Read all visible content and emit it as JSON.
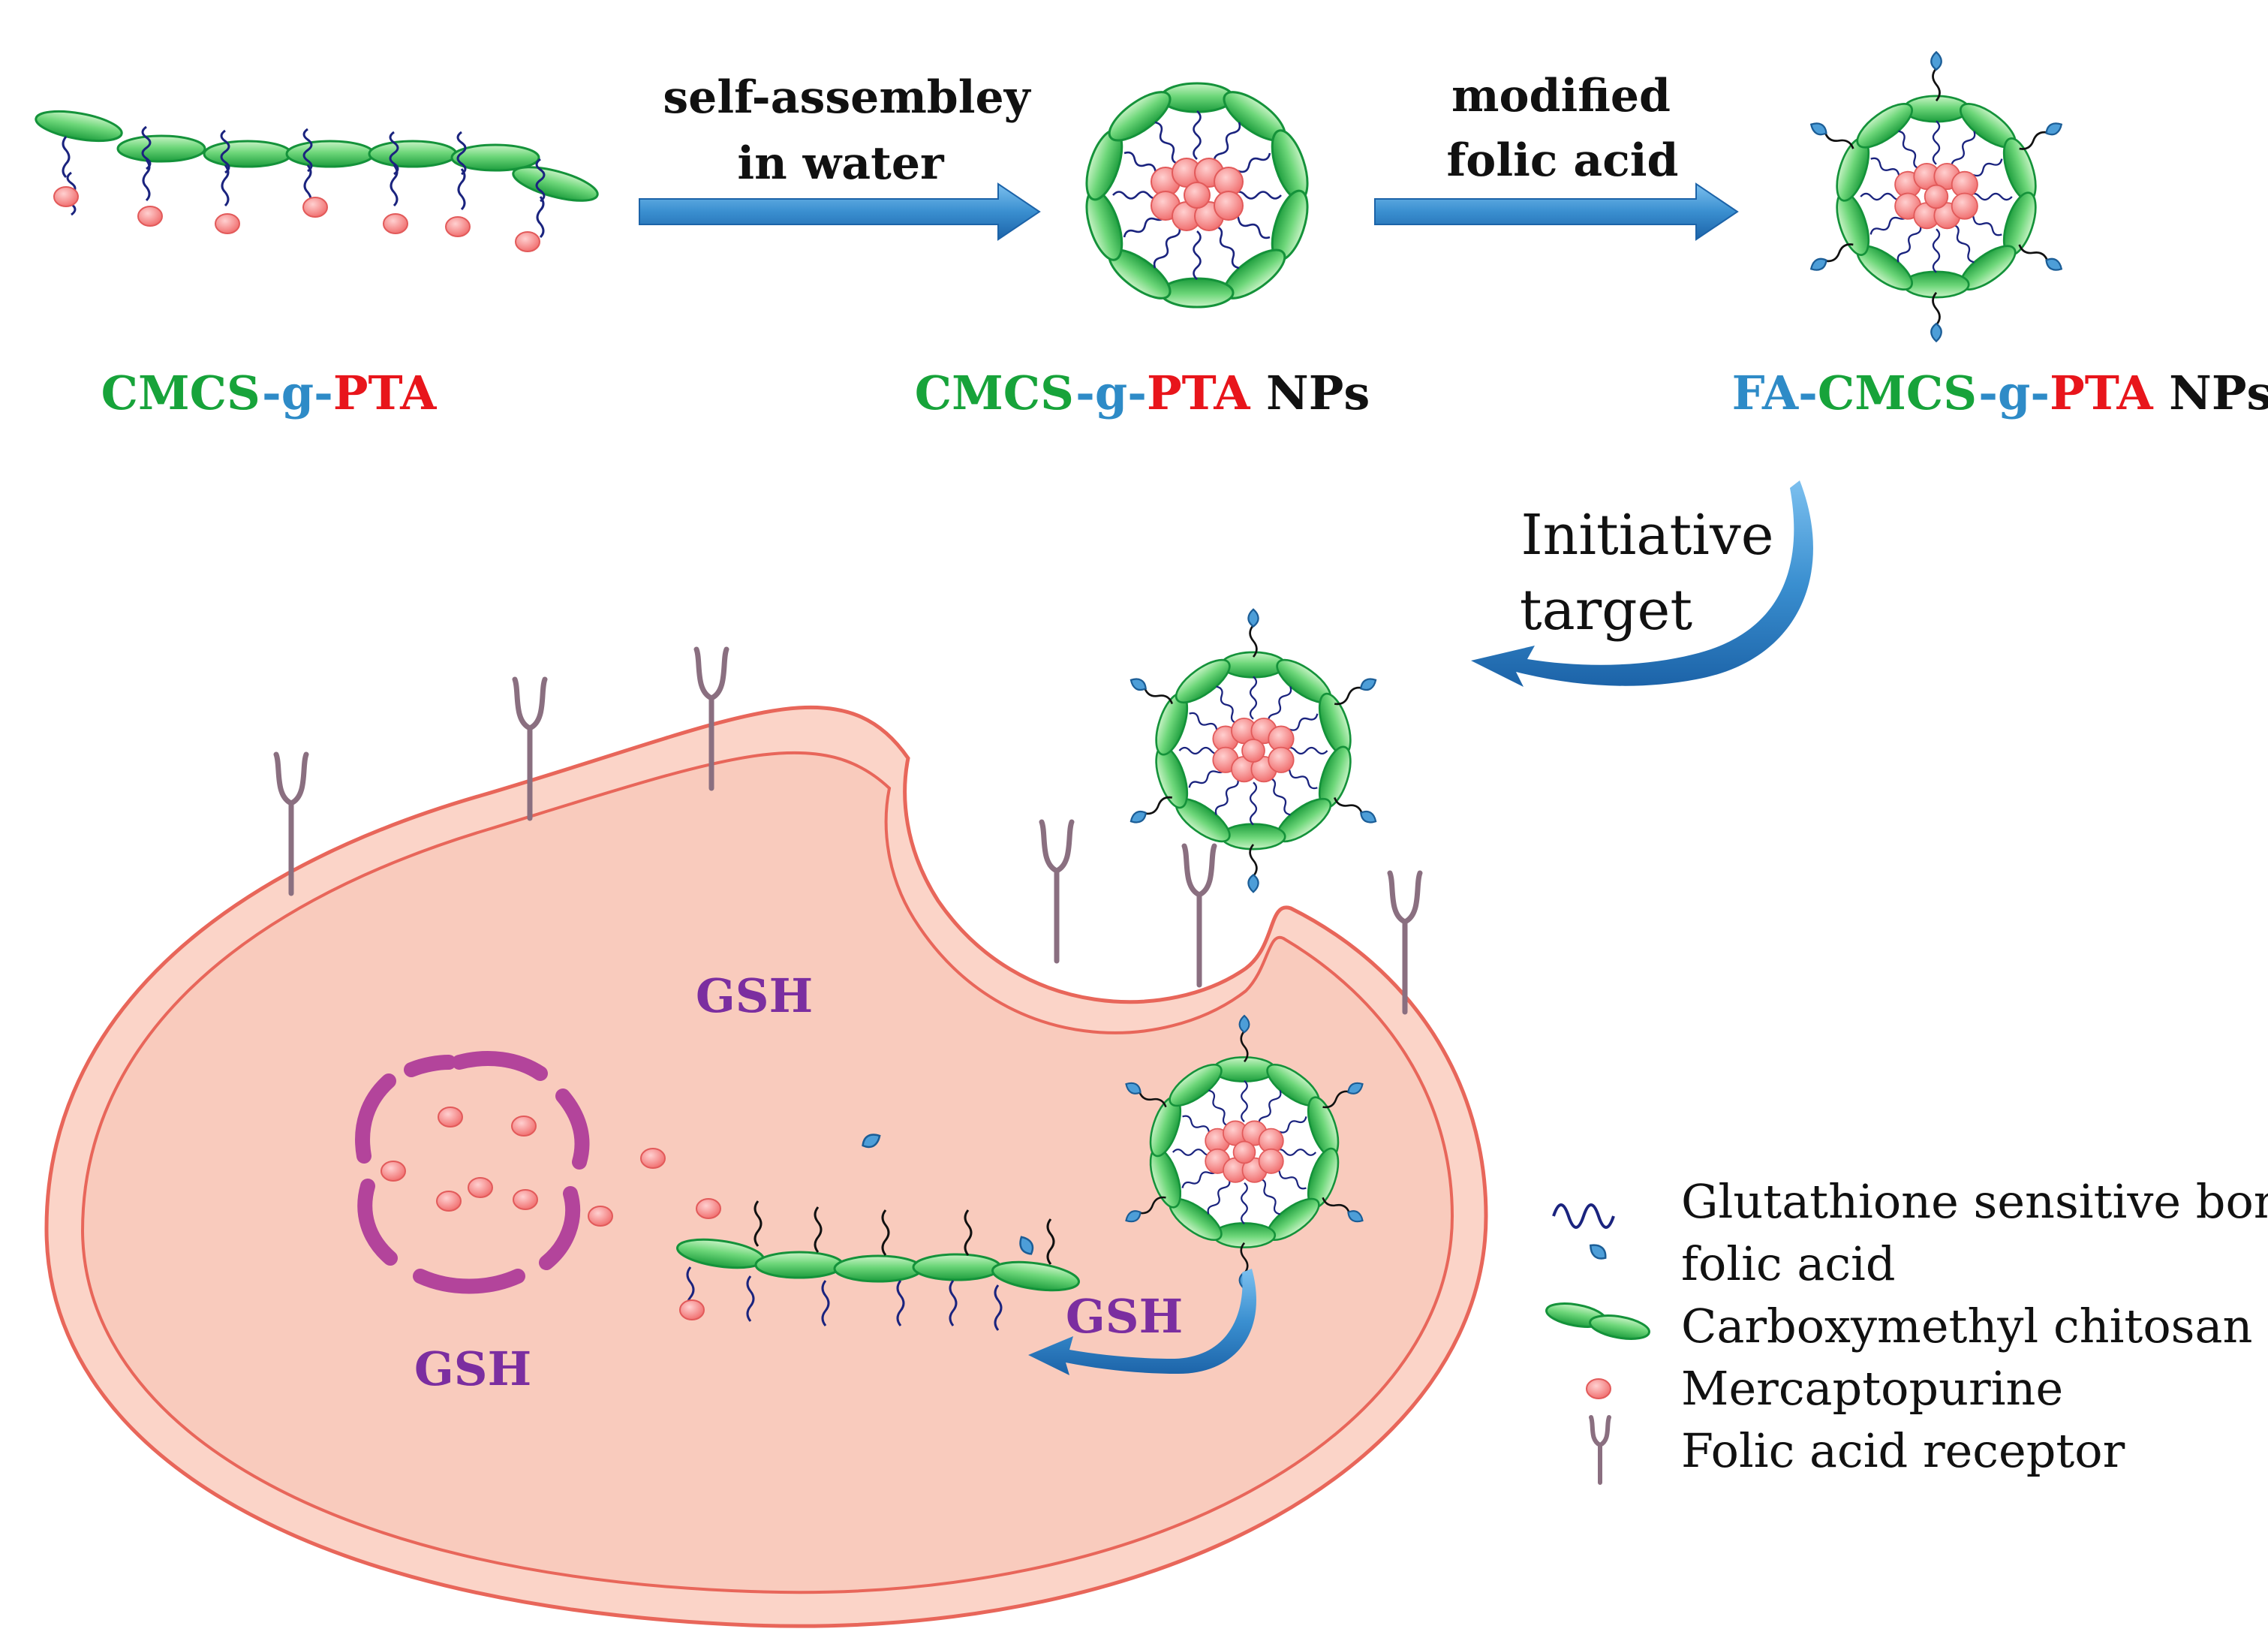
{
  "colors": {
    "chitosan_green": "#22b24c",
    "chitosan_light": "#9ee0a0",
    "mercaptopurine_pink": "#f47c7c",
    "bond_blue": "#1a237e",
    "folic_blue": "#2f86c8",
    "cell_fill": "#fbd4c8",
    "cell_edge": "#e8665a",
    "receptor": "#8a6f80",
    "arrow_blue": "#3a8fd0",
    "label_green": "#17a33a",
    "label_red": "#e8151b",
    "label_blue": "#2e8bc7",
    "gsh_purple": "#7b2ea0",
    "vesicle_magenta": "#b3449b"
  },
  "steps": {
    "self_assembly_line1": "self-assembley",
    "self_assembly_line2": "in water",
    "modified_line1": "modified",
    "modified_line2": "folic acid",
    "initiative_line1": "Initiative",
    "initiative_line2": "target"
  },
  "labels": {
    "polymer": {
      "part1": "CMCS",
      "part2": "-g-",
      "part3": "PTA"
    },
    "nps": {
      "part1": "CMCS",
      "part2": "-g-",
      "part3": "PTA",
      "part4": " NPs"
    },
    "fa_nps": {
      "part0": "FA-",
      "part1": "CMCS",
      "part2": "-g-",
      "part3": "PTA",
      "part4": " NPs"
    }
  },
  "cell": {
    "gsh_top": "GSH",
    "gsh_bottom": "GSH",
    "gsh_release": "GSH"
  },
  "legend": {
    "items": [
      {
        "icon": "glutathione-bond-icon",
        "label": "Glutathione sensitive bond"
      },
      {
        "icon": "folic-acid-icon",
        "label": "folic acid"
      },
      {
        "icon": "carboxymethyl-chitosan-icon",
        "label": "Carboxymethyl chitosan"
      },
      {
        "icon": "mercaptopurine-icon",
        "label": "Mercaptopurine"
      },
      {
        "icon": "folic-acid-receptor-icon",
        "label": "Folic acid receptor"
      }
    ]
  }
}
